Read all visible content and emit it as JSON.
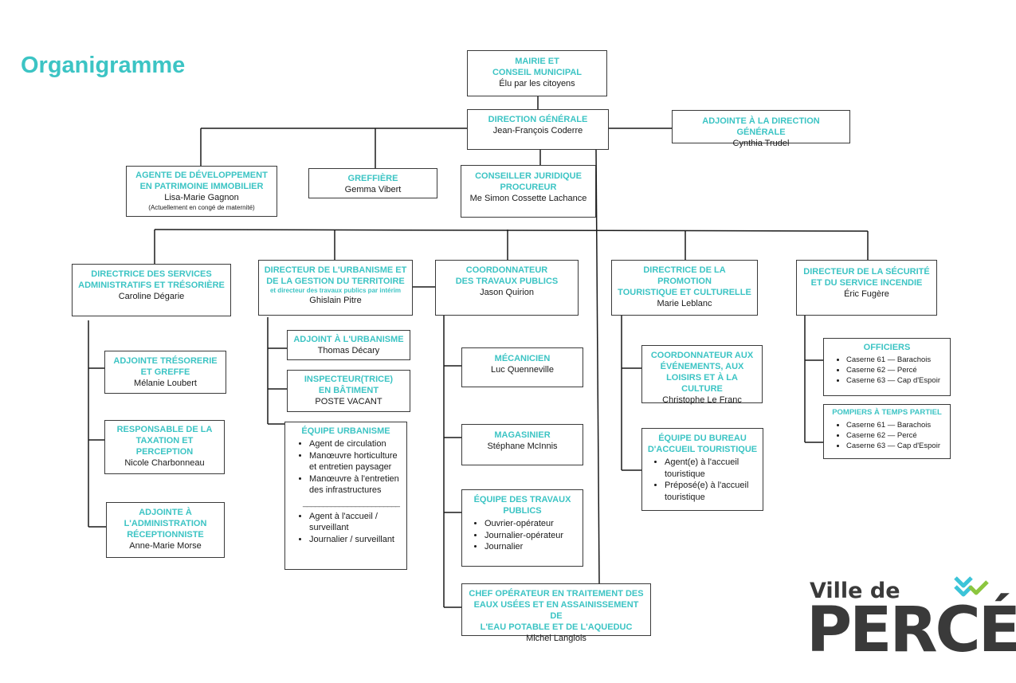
{
  "page_title": "Organigramme",
  "mairie": {
    "title_1": "MAIRIE ET",
    "title_2": "CONSEIL MUNICIPAL",
    "name": "Élu par les citoyens"
  },
  "dg": {
    "title": "DIRECTION GÉNÉRALE",
    "name": "Jean-François Coderre"
  },
  "adjointe_dg": {
    "title": "ADJOINTE À LA DIRECTION GÉNÉRALE",
    "name": "Cynthia Trudel"
  },
  "agente": {
    "title_1": "AGENTE DE DÉVELOPPEMENT",
    "title_2": "EN PATRIMOINE IMMOBILIER",
    "name": "Lisa-Marie Gagnon",
    "note": "(Actuellement en congé de maternité)"
  },
  "greffiere": {
    "title": "GREFFIÈRE",
    "name": "Gemma Vibert"
  },
  "conseiller": {
    "title_1": "CONSEILLER JURIDIQUE",
    "title_2": "PROCUREUR",
    "name": "Me Simon Cossette Lachance"
  },
  "dsa": {
    "title_1": "DIRECTRICE DES SERVICES",
    "title_2": "ADMINISTRATIFS ET TRÉSORIÈRE",
    "name": "Caroline Dégarie"
  },
  "urb": {
    "title_1": "DIRECTEUR DE L'URBANISME ET",
    "title_2": "DE LA GESTION DU TERRITOIRE",
    "sub": "et directeur des travaux publics par intérim",
    "name": "Ghislain Pitre"
  },
  "tp": {
    "title_1": "COORDONNATEUR",
    "title_2": "DES TRAVAUX PUBLICS",
    "name": "Jason Quirion"
  },
  "promo": {
    "title_1": "DIRECTRICE DE LA PROMOTION",
    "title_2": "TOURISTIQUE ET CULTURELLE",
    "name": "Marie Leblanc"
  },
  "secu": {
    "title_1": "DIRECTEUR DE LA SÉCURITÉ",
    "title_2": "ET DU SERVICE INCENDIE",
    "name": "Éric Fugère"
  },
  "adj_treso": {
    "title_1": "ADJOINTE TRÉSORERIE",
    "title_2": "ET GREFFE",
    "name": "Mélanie Loubert"
  },
  "resp_tax": {
    "title_1": "RESPONSABLE DE LA",
    "title_2": "TAXATION ET",
    "title_3": "PERCEPTION",
    "name": "Nicole Charbonneau"
  },
  "adj_admin": {
    "title_1": "ADJOINTE À",
    "title_2": "L'ADMINISTRATION",
    "title_3": "RÉCEPTIONNISTE",
    "name": "Anne-Marie Morse"
  },
  "adj_urb": {
    "title": "ADJOINT À L'URBANISME",
    "name": "Thomas Décary"
  },
  "inspect": {
    "title_1": "INSPECTEUR(TRICE)",
    "title_2": "EN BÂTIMENT",
    "name": "POSTE VACANT"
  },
  "equipe_urb": {
    "title": "ÉQUIPE URBANISME",
    "items_a": [
      "Agent de circulation",
      "Manœuvre horticulture et entretien paysager",
      "Manœuvre à l'entretien des infrastructures"
    ],
    "separator": "________________________",
    "items_b": [
      "Agent à l'accueil / surveillant",
      "Journalier / surveillant"
    ]
  },
  "meca": {
    "title": "MÉCANICIEN",
    "name": "Luc Quenneville"
  },
  "magas": {
    "title": "MAGASINIER",
    "name": "Stéphane McInnis"
  },
  "equipe_tp": {
    "title_1": "ÉQUIPE DES TRAVAUX",
    "title_2": "PUBLICS",
    "items": [
      "Ouvrier-opérateur",
      "Journalier-opérateur",
      "Journalier"
    ]
  },
  "chef_op": {
    "title_1": "CHEF OPÉRATEUR EN TRAITEMENT DES",
    "title_2": "EAUX USÉES ET EN ASSAINISSEMENT DE",
    "title_3": "L'EAU POTABLE ET DE L'AQUEDUC",
    "name": "Michel Langlois"
  },
  "coord_evt": {
    "title_1": "COORDONNATEUR AUX",
    "title_2": "ÉVÉNEMENTS, AUX",
    "title_3": "LOISIRS ET À LA CULTURE",
    "name": "Christophe Le Franc"
  },
  "equipe_bureau": {
    "title_1": "ÉQUIPE DU BUREAU",
    "title_2": "D'ACCUEIL TOURISTIQUE",
    "items": [
      "Agent(e) à l'accueil touristique",
      "Préposé(e) à l'accueil touristique"
    ]
  },
  "officiers": {
    "title": "OFFICIERS",
    "items": [
      "Caserne 61 — Barachois",
      "Caserne 62 — Percé",
      "Caserne 63 — Cap d'Espoir"
    ]
  },
  "pompiers": {
    "title": "POMPIERS À TEMPS PARTIEL",
    "items": [
      "Caserne 61 — Barachois",
      "Caserne 62 — Percé",
      "Caserne 63 — Cap d'Espoir"
    ]
  },
  "logo": {
    "line1": "Ville de",
    "line2": "PERCÉ",
    "accent_blue": "#3cc4d8",
    "accent_green": "#8cc63f"
  },
  "colors": {
    "accent": "#3cc4c4",
    "line": "#1a1a1a"
  }
}
